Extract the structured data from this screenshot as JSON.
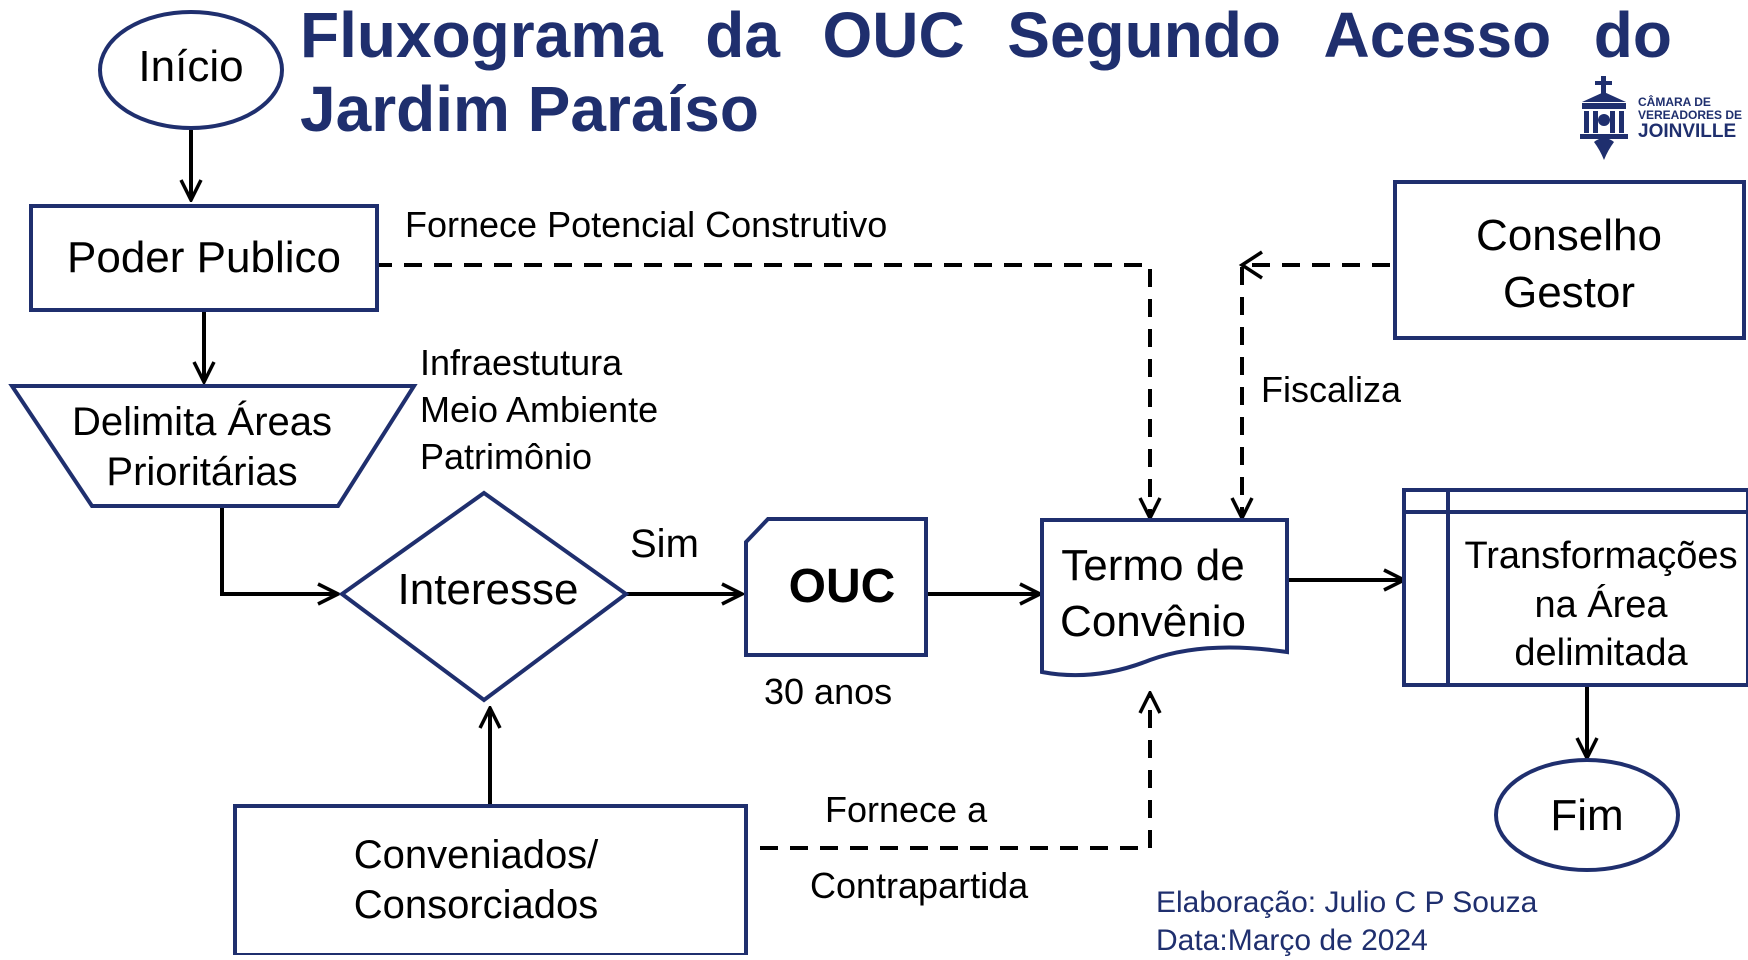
{
  "title": {
    "words": [
      "Fluxograma",
      "da",
      "OUC",
      "Segundo",
      "Acesso",
      "do"
    ],
    "line2": "Jardim Paraíso"
  },
  "logo": {
    "line1": "CÂMARA DE",
    "line2": "VEREADORES DE",
    "line3": "JOINVILLE",
    "icon": "building-crest-icon"
  },
  "nodes": {
    "inicio": "Início",
    "poder_publico": "Poder Publico",
    "delimita": [
      "Delimita Áreas",
      "Prioritárias"
    ],
    "interesse": "Interesse",
    "ouc": "OUC",
    "termo": [
      "Termo de",
      "Convênio"
    ],
    "transformacoes": [
      "Transformações",
      "na Área",
      "delimitada"
    ],
    "fim": "Fim",
    "conselho": [
      "Conselho",
      "Gestor"
    ],
    "conveniados": [
      "Conveniados/",
      "Consorciados"
    ]
  },
  "labels": {
    "fornece_potencial": "Fornece Potencial Construtivo",
    "infra": [
      "Infraestutura",
      "Meio Ambiente",
      "Patrimônio"
    ],
    "sim": "Sim",
    "anos": "30 anos",
    "fiscaliza": "Fiscaliza",
    "fornece_a": "Fornece a",
    "contrapartida": "Contrapartida"
  },
  "credit": {
    "line1": "Elaboração: Julio C P Souza",
    "line2": "Data:Março de 2024"
  },
  "colors": {
    "title": "#1f2f6e",
    "stroke": "#1f2f6e",
    "line": "#000000"
  }
}
